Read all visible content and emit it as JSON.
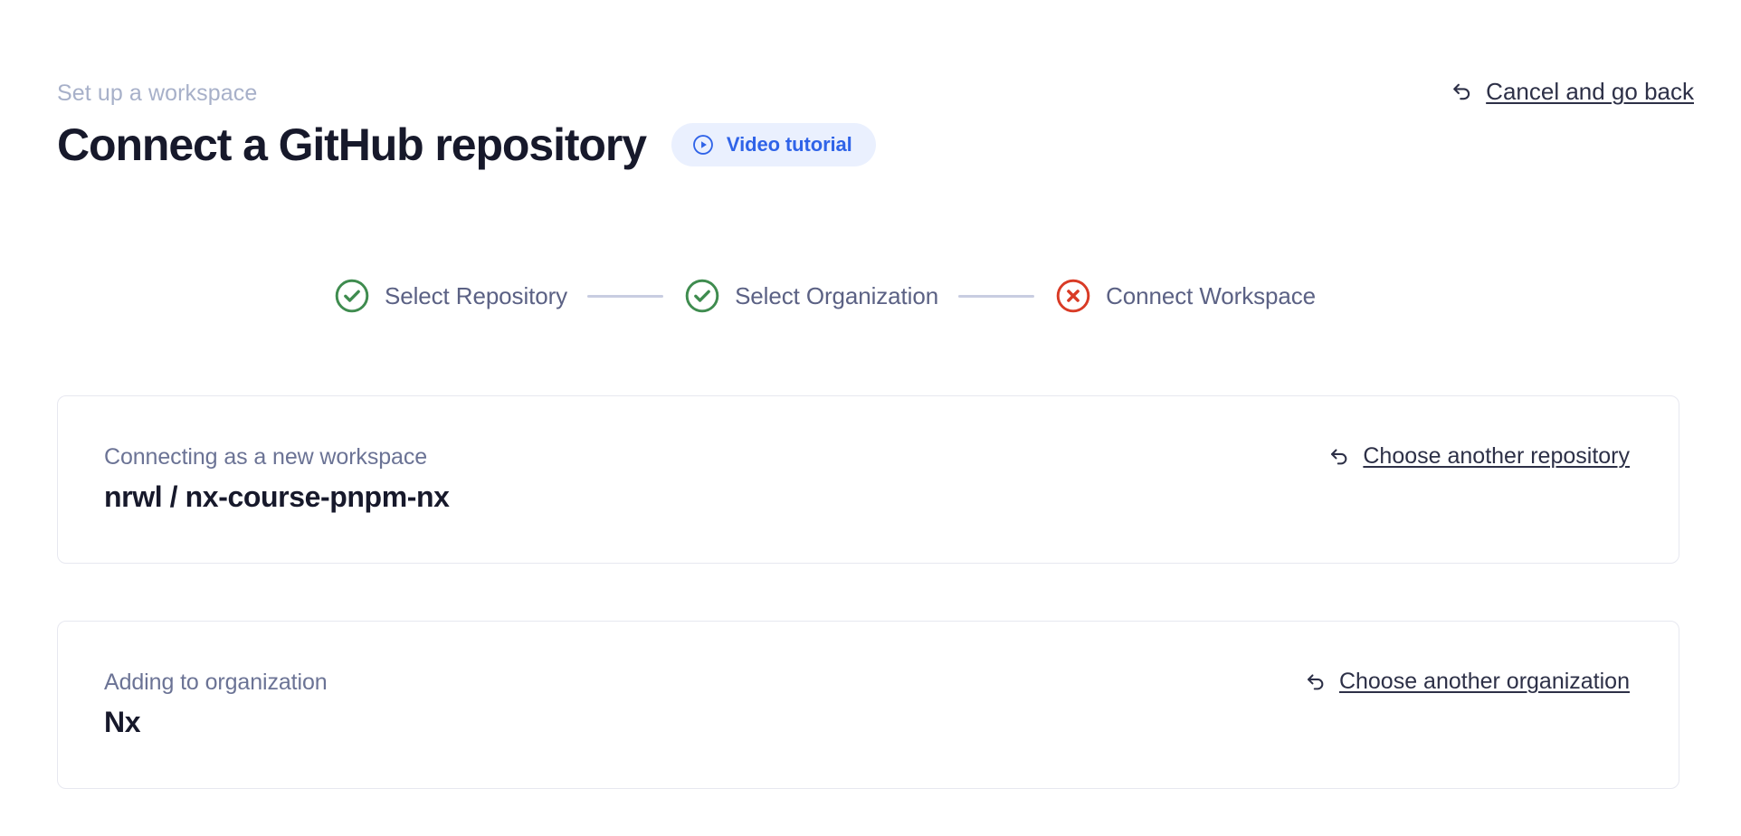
{
  "header": {
    "eyebrow": "Set up a workspace",
    "title": "Connect a GitHub repository",
    "video_badge": {
      "label": "Video tutorial",
      "icon": "play-circle-icon",
      "bg": "#eaf0fe",
      "color": "#2f63e8"
    },
    "cancel": {
      "label": "Cancel and go back",
      "icon": "undo-arrow-icon"
    }
  },
  "stepper": {
    "steps": [
      {
        "label": "Select Repository",
        "state": "complete",
        "icon": "check-circle-icon",
        "color": "#3f8c4f"
      },
      {
        "label": "Select Organization",
        "state": "complete",
        "icon": "check-circle-icon",
        "color": "#3f8c4f"
      },
      {
        "label": "Connect Workspace",
        "state": "error",
        "icon": "x-circle-icon",
        "color": "#d93b26"
      }
    ],
    "connector_color": "#c8cde1",
    "label_color": "#5b6184"
  },
  "cards": [
    {
      "caption": "Connecting as a new workspace",
      "value_owner": "nrwl / ",
      "value_repo": "nx-course-pnpm-nx",
      "link": {
        "label": "Choose another repository",
        "icon": "undo-arrow-icon"
      }
    },
    {
      "caption": "Adding to organization",
      "value": "Nx",
      "link": {
        "label": "Choose another organization",
        "icon": "undo-arrow-icon"
      }
    }
  ]
}
